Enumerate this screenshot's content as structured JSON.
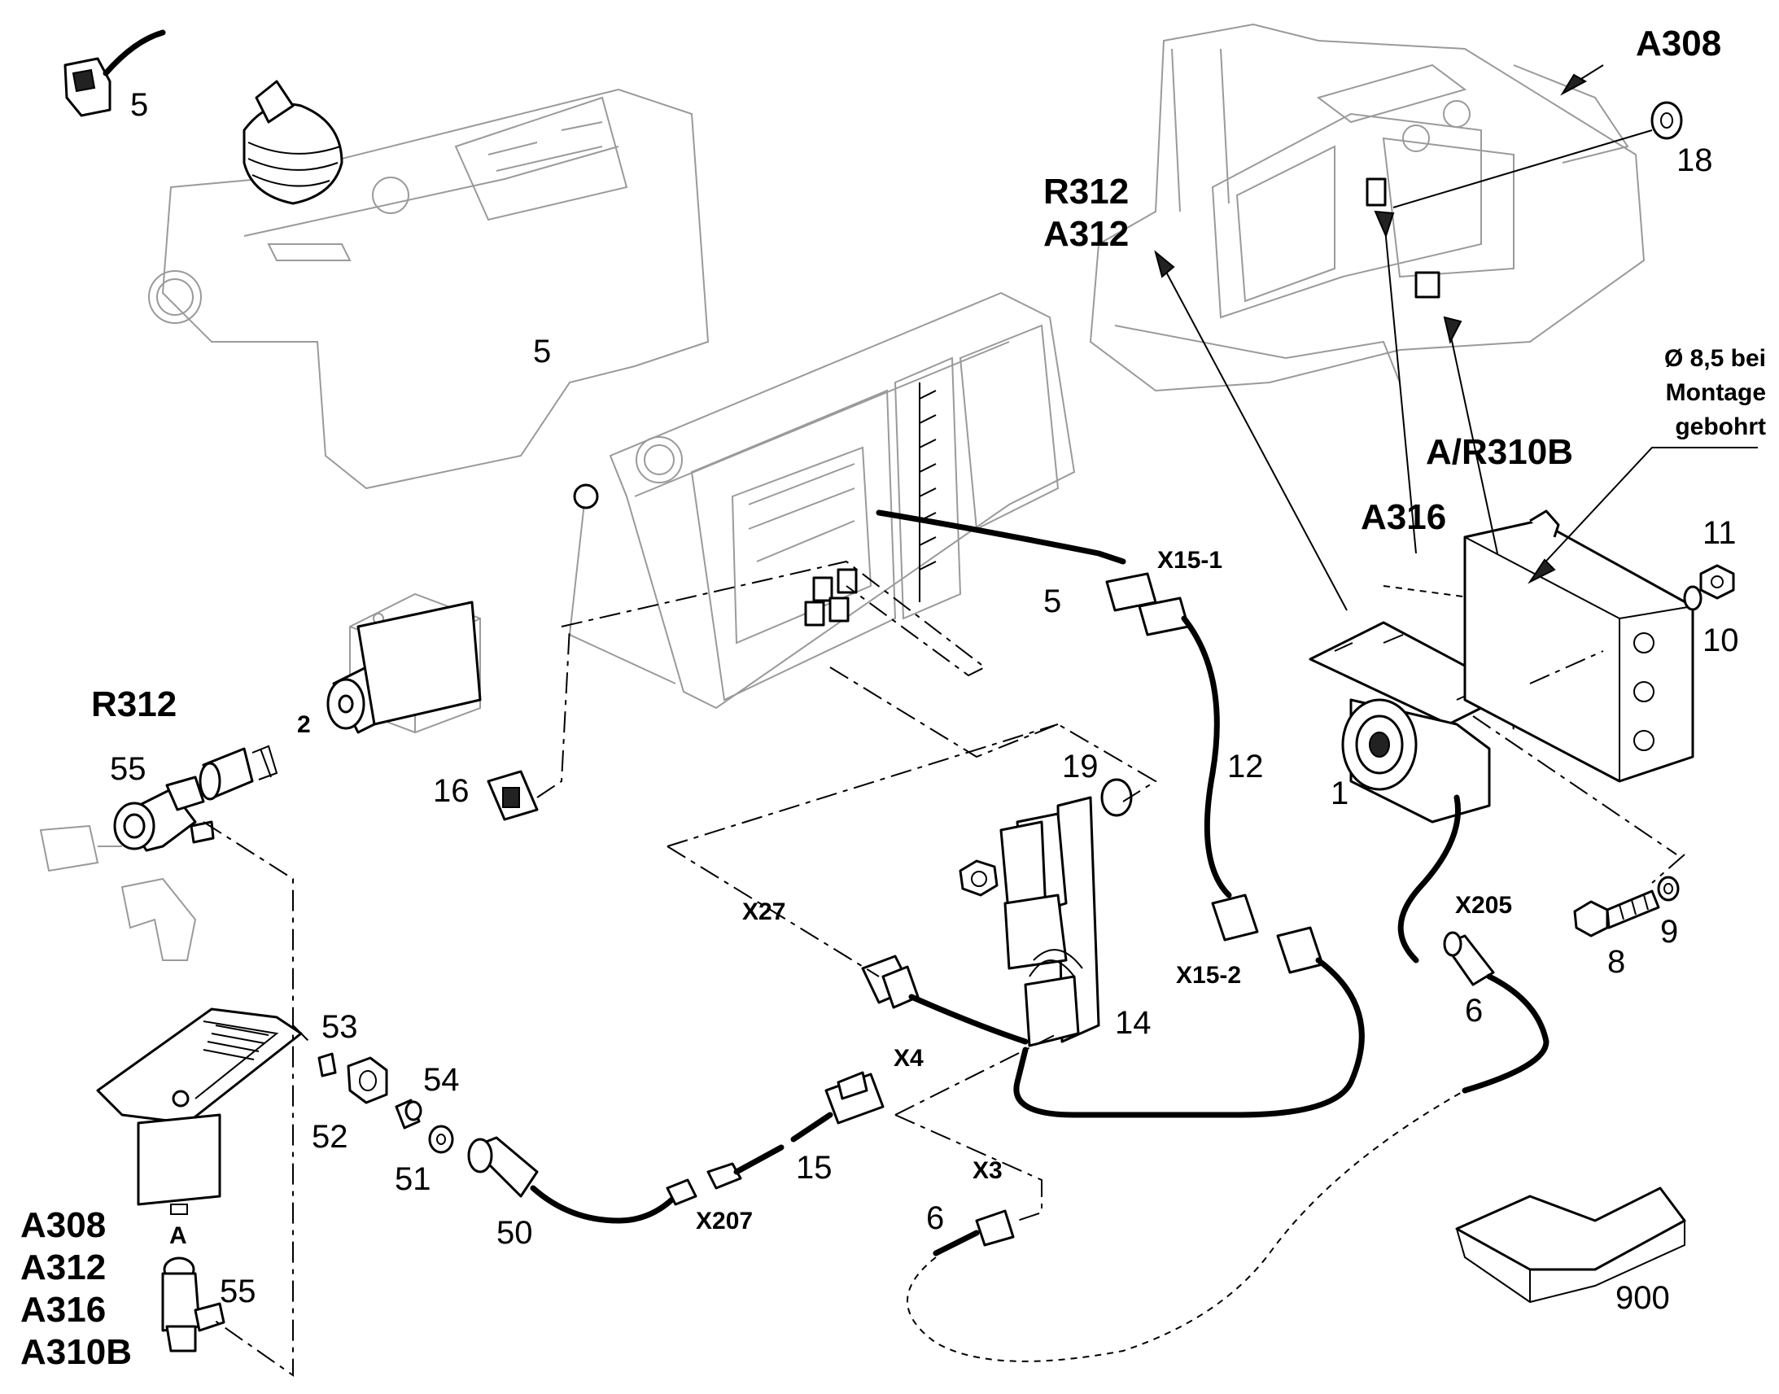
{
  "labels": {
    "p5_switch": "5",
    "p5_cable": "5",
    "p5_connector": "5",
    "p2": "2",
    "r312_left": "R312",
    "p55_top": "55",
    "p16": "16",
    "p19": "19",
    "p12": "12",
    "p1": "1",
    "p11": "11",
    "p10": "10",
    "p9": "9",
    "p8": "8",
    "p18": "18",
    "p53": "53",
    "p52": "52",
    "p54": "54",
    "p51": "51",
    "p50": "50",
    "p15": "15",
    "p14": "14",
    "p6_left": "6",
    "p6_right": "6",
    "p55_bottom": "55",
    "p900": "900",
    "port_a": "A"
  },
  "codes": {
    "x15_1": "X15-1",
    "x15_2": "X15-2",
    "x27": "X27",
    "x4": "X4",
    "x3": "X3",
    "x205": "X205",
    "x207": "X207"
  },
  "callouts": {
    "a308_top": "A308",
    "r312_right": "R312",
    "a312_right": "A312",
    "a316_right": "A316",
    "ar310b": "A/R310B"
  },
  "variant_list": [
    "A308",
    "A312",
    "A316",
    "A310B"
  ],
  "note": {
    "line1": "Ø 8,5 bei",
    "line2": "Montage",
    "line3": "gebohrt"
  }
}
